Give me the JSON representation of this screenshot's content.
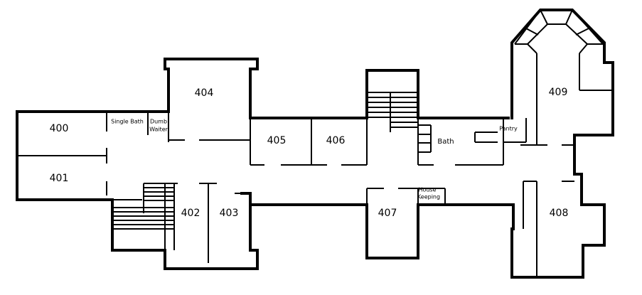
{
  "rooms": {
    "r400": "400",
    "r401": "401",
    "r402": "402",
    "r403": "403",
    "r404": "404",
    "r405": "405",
    "r406": "406",
    "r407": "407",
    "r408": "408",
    "r409": "409"
  },
  "spaces": {
    "single_bath": "Single Bath",
    "dumb_waiter_1": "Dumb",
    "dumb_waiter_2": "Waiter",
    "bath": "Bath",
    "pantry": "Pantry",
    "housekeeping_1": "House",
    "housekeeping_2": "Keeping"
  },
  "colors": {
    "wall": "#000000",
    "background": "#ffffff"
  }
}
